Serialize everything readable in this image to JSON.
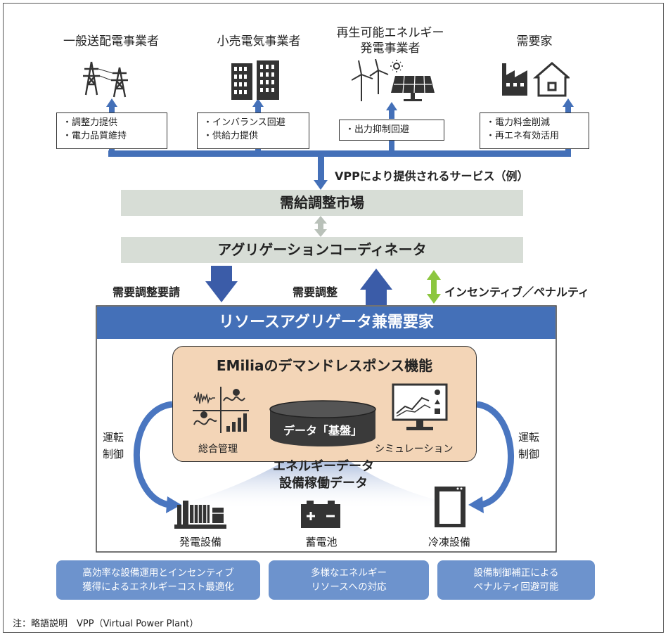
{
  "stakeholders": [
    {
      "title_lines": [
        "一般送配電事業者"
      ],
      "icon": "power-tower-icon",
      "services": [
        "・調整力提供",
        "・電力品質維持"
      ]
    },
    {
      "title_lines": [
        "小売電気事業者"
      ],
      "icon": "office-building-icon",
      "services": [
        "・インバランス回避",
        "・供給力提供"
      ]
    },
    {
      "title_lines": [
        "再生可能エネルギー",
        "発電事業者"
      ],
      "icon": "wind-solar-icon",
      "services": [
        "・出力抑制回避"
      ]
    },
    {
      "title_lines": [
        "需要家"
      ],
      "icon": "factory-house-icon",
      "services": [
        "・電力料金削減",
        "・再エネ有効活用"
      ]
    }
  ],
  "services_caption": "VPPにより提供されるサービス（例）",
  "market_label": "需給調整市場",
  "coordinator_label": "アグリゲーションコーディネータ",
  "flows": {
    "down_label": "需要調整要請",
    "up_label": "需要調整",
    "incentive_label": "インセンティブ／ペナルティ"
  },
  "resource_aggregator_label": "リソースアグリゲータ兼需要家",
  "emilia_title": "EMiliaのデマンドレスポンス機能",
  "modules": {
    "management": "総合管理",
    "data_core": "データ「基盤」",
    "simulation": "シミュレーション"
  },
  "control_left": [
    "運転",
    "制御"
  ],
  "control_right": [
    "運転",
    "制御"
  ],
  "data_lines": [
    "エネルギーデータ",
    "設備稼働データ"
  ],
  "equipment": [
    {
      "label": "発電設備",
      "icon": "generator-icon"
    },
    {
      "label": "蓄電池",
      "icon": "battery-icon"
    },
    {
      "label": "冷凍設備",
      "icon": "refrigerator-icon"
    }
  ],
  "benefits": [
    [
      "高効率な設備運用とインセンティブ",
      "獲得によるエネルギーコスト最適化"
    ],
    [
      "多様なエネルギー",
      "リソースへの対応"
    ],
    [
      "設備制御補正による",
      "ペナルティ回避可能"
    ]
  ],
  "footnote": "注：略語説明　VPP（Virtual Power Plant）",
  "colors": {
    "accent_blue": "#4470b8",
    "light_blue": "#6d93cd",
    "bar_gray": "#d7ddd6",
    "emilia_fill": "#f3d5b7",
    "incentive_green": "#8cc63f"
  }
}
